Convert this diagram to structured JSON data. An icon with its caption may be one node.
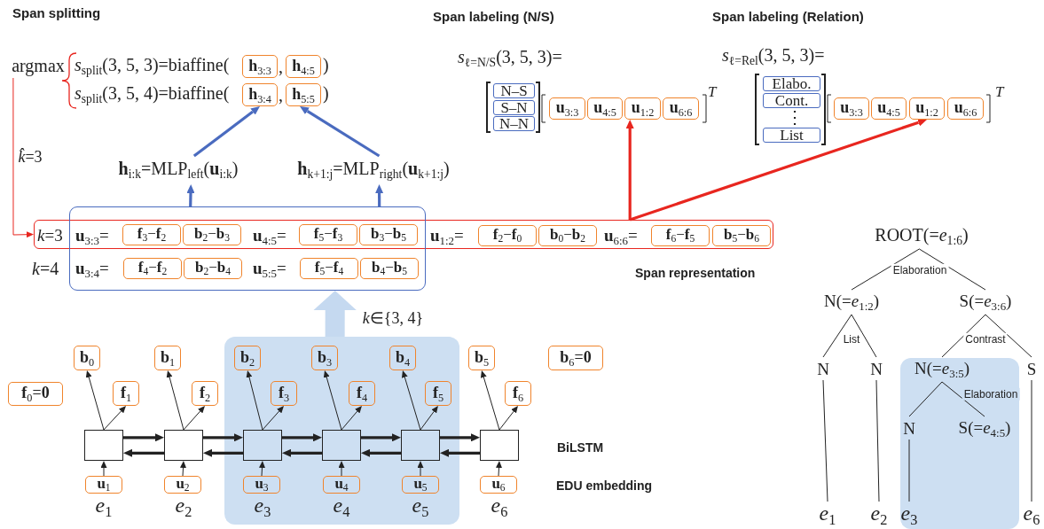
{
  "diagram": {
    "nodes": [
      {
        "text": [
          "argmax"
        ]
      },
      {
        "text": [
          "**h**$_{3:3}$"
        ]
      },
      {
        "text": [
          "**h**$_{4:5}$"
        ]
      },
      {
        "text": [
          "**h**$_{3:4}$"
        ]
      },
      {
        "text": [
          "**h**$_{5:5}$"
        ]
      },
      {
        "text": [
          "**h**$_{i:k}$=MLP$_{left}$(**u**$_{i:k}$)"
        ]
      },
      {
        "text": [
          "**h**$_{k+1:j}$=MLP$_{right}$(**u**$_{k+1:j}$)"
        ]
      },
      {
        "text": [
          "N–S"
        ]
      },
      {
        "text": [
          "S–N"
        ]
      },
      {
        "text": [
          "N–N"
        ]
      },
      {
        "text": [
          "**u**$_{3:3}$"
        ]
      },
      {
        "text": [
          "**u**$_{4:5}$"
        ]
      },
      {
        "text": [
          "**u**$_{1:2}$"
        ]
      },
      {
        "text": [
          "**u**$_{6:6}$"
        ]
      },
      {
        "text": [
          "Elabo."
        ]
      },
      {
        "text": [
          "Cont."
        ]
      },
      {
        "text": [
          "List"
        ]
      },
      {
        "text": [
          "**u**$_{3:3}$"
        ]
      },
      {
        "text": [
          "**u**$_{4:5}$"
        ]
      },
      {
        "text": [
          "**u**$_{1:2}$"
        ]
      },
      {
        "text": [
          "**u**$_{6:6}$"
        ]
      },
      {
        "text": [
          "*k*=3",
          "**u**$_{3:3}$=",
          "**u**$_{4:5}$=",
          "**u**$_{1:2}$=",
          "**u**$_{6:6}$="
        ]
      },
      {
        "text": [
          "**f**$_{3}$−**f**$_{2}$"
        ]
      },
      {
        "text": [
          "**b**$_{2}$−**b**$_{3}$"
        ]
      },
      {
        "text": [
          "**f**$_{5}$−**f**$_{3}$"
        ]
      },
      {
        "text": [
          "**b**$_{3}$−**b**$_{5}$"
        ]
      },
      {
        "text": [
          "**f**$_{2}$−**f**$_{0}$"
        ],
        "in": 21
      },
      {
        "text": [
          "**b**$_{0}$−**b**$_{2}$"
        ],
        "in": 21
      },
      {
        "text": [
          "**f**$_{6}$−**f**$_{5}$"
        ],
        "in": 21
      },
      {
        "text": [
          "**b**$_{5}$−**b**$_{6}$"
        ],
        "in": 21
      },
      {
        "text": [
          "**u**$_{3:4}$=",
          "**u**$_{5:5}$="
        ]
      },
      {
        "text": [
          "**f**$_{4}$−**f**$_{2}$"
        ],
        "in": 30
      },
      {
        "text": [
          "**b**$_{2}$−**b**$_{4}$"
        ],
        "in": 30
      },
      {
        "text": [
          "**f**$_{5}$−**f**$_{4}$"
        ],
        "in": 30
      },
      {
        "text": [
          "**b**$_{4}$−**b**$_{5}$"
        ],
        "in": 30
      },
      {
        "text": [],
        "shape": "box"
      },
      {
        "text": [
          "**b**$_{0}$"
        ]
      },
      {
        "text": [
          "**b**$_{1}$"
        ]
      },
      {
        "text": [
          "**b**$_{2}$"
        ],
        "in": 35
      },
      {
        "text": [
          "**b**$_{3}$"
        ],
        "in": 35
      },
      {
        "text": [
          "**b**$_{4}$"
        ],
        "in": 35
      },
      {
        "text": [
          "**b**$_{5}$"
        ]
      },
      {
        "text": [
          "**b**$_{6}$=**0**"
        ]
      },
      {
        "text": [
          "**f**$_{0}$=**0**"
        ]
      },
      {
        "text": [
          "**f**$_{1}$"
        ]
      },
      {
        "text": [
          "**f**$_{2}$"
        ]
      },
      {
        "text": [
          "**f**$_{3}$"
        ],
        "in": 35
      },
      {
        "text": [
          "**f**$_{4}$"
        ],
        "in": 35
      },
      {
        "text": [
          "**f**$_{5}$"
        ],
        "in": 35
      },
      {
        "text": [
          "**f**$_{6}$"
        ]
      },
      {
        "text": [],
        "shape": "box"
      },
      {
        "text": [],
        "shape": "box"
      },
      {
        "text": [],
        "shape": "box",
        "in": 35
      },
      {
        "text": [],
        "shape": "box",
        "in": 35
      },
      {
        "text": [],
        "shape": "box",
        "in": 35
      },
      {
        "text": [],
        "shape": "box"
      },
      {
        "text": [
          "**u**$_{1}$"
        ]
      },
      {
        "text": [
          "**u**$_{2}$"
        ]
      },
      {
        "text": [
          "**u**$_{3}$"
        ],
        "in": 35
      },
      {
        "text": [
          "**u**$_{4}$"
        ],
        "in": 35
      },
      {
        "text": [
          "**u**$_{5}$"
        ],
        "in": 35
      },
      {
        "text": [
          "**u**$_{6}$"
        ]
      },
      {
        "text": [
          "ROOT(=*e*$_{1:6}$)"
        ]
      },
      {
        "text": [
          "N(=*e*$_{1:2}$)"
        ]
      },
      {
        "text": [
          "S(=*e*$_{3:6}$)"
        ]
      },
      {
        "text": [],
        "shape": "box"
      },
      {
        "text": [
          "N"
        ]
      },
      {
        "text": [
          "N"
        ]
      },
      {
        "text": [
          "N(=*e*$_{3:5}$)"
        ],
        "in": 65
      },
      {
        "text": [
          "S"
        ]
      },
      {
        "text": [
          "N"
        ],
        "in": 65
      },
      {
        "text": [
          "S(=*e*$_{4:5}$)"
        ],
        "in": 65
      },
      {
        "text": [
          "*e*$_{1}$"
        ]
      },
      {
        "text": [
          "*e*$_{2}$"
        ]
      },
      {
        "text": [
          "*e*$_{3}$"
        ],
        "in": 65
      },
      {
        "text": [
          "*e*$_{6}$"
        ]
      }
    ],
    "edges": [
      {
        "from": 0,
        "to": 21,
        "arrow": "to",
        "color": "#e8261f",
        "label": "*k̂*=3"
      },
      {
        "from": 30,
        "to": 5,
        "arrow": "to",
        "color": "#4a6bbf",
        "style": "thick"
      },
      {
        "from": 30,
        "to": 6,
        "arrow": "to",
        "color": "#4a6bbf",
        "style": "thick"
      },
      {
        "from": 5,
        "to": 3,
        "arrow": "to",
        "color": "#4a6bbf",
        "style": "thick"
      },
      {
        "from": 6,
        "to": 4,
        "arrow": "to",
        "color": "#4a6bbf",
        "style": "thick"
      },
      {
        "from": 21,
        "to": 12,
        "arrow": "to",
        "color": "#e8261f",
        "style": "thick"
      },
      {
        "from": 21,
        "to": 19,
        "arrow": "to",
        "color": "#e8261f",
        "style": "thick"
      },
      {
        "from": 35,
        "to": 30,
        "arrow": "to",
        "color": "#c5d9f0",
        "style": "thick",
        "label": "*k*∈{3, 4}"
      },
      {
        "from": 56,
        "to": 50,
        "arrow": "to"
      },
      {
        "from": 50,
        "to": 36,
        "arrow": "to"
      },
      {
        "from": 50,
        "to": 44,
        "arrow": "to"
      },
      {
        "from": 57,
        "to": 51,
        "arrow": "to"
      },
      {
        "from": 51,
        "to": 37,
        "arrow": "to"
      },
      {
        "from": 51,
        "to": 45,
        "arrow": "to"
      },
      {
        "from": 58,
        "to": 52,
        "arrow": "to"
      },
      {
        "from": 52,
        "to": 38,
        "arrow": "to"
      },
      {
        "from": 52,
        "to": 46,
        "arrow": "to"
      },
      {
        "from": 59,
        "to": 53,
        "arrow": "to"
      },
      {
        "from": 53,
        "to": 39,
        "arrow": "to"
      },
      {
        "from": 53,
        "to": 47,
        "arrow": "to"
      },
      {
        "from": 60,
        "to": 54,
        "arrow": "to"
      },
      {
        "from": 54,
        "to": 40,
        "arrow": "to"
      },
      {
        "from": 54,
        "to": 48,
        "arrow": "to"
      },
      {
        "from": 61,
        "to": 55,
        "arrow": "to"
      },
      {
        "from": 55,
        "to": 41,
        "arrow": "to"
      },
      {
        "from": 55,
        "to": 49,
        "arrow": "to"
      },
      {
        "from": 50,
        "to": 51,
        "arrow": "to",
        "style": "thick"
      },
      {
        "from": 51,
        "to": 50,
        "arrow": "to",
        "style": "thick"
      },
      {
        "from": 51,
        "to": 52,
        "arrow": "to",
        "style": "thick"
      },
      {
        "from": 52,
        "to": 51,
        "arrow": "to",
        "style": "thick"
      },
      {
        "from": 52,
        "to": 53,
        "arrow": "to",
        "style": "thick"
      },
      {
        "from": 53,
        "to": 52,
        "arrow": "to",
        "style": "thick"
      },
      {
        "from": 53,
        "to": 54,
        "arrow": "to",
        "style": "thick"
      },
      {
        "from": 54,
        "to": 53,
        "arrow": "to",
        "style": "thick"
      },
      {
        "from": 54,
        "to": 55,
        "arrow": "to",
        "style": "thick"
      },
      {
        "from": 55,
        "to": 54,
        "arrow": "to",
        "style": "thick"
      },
      {
        "from": 62,
        "to": 63,
        "arrow": "none",
        "label": "Elaboration"
      },
      {
        "from": 62,
        "to": 64,
        "arrow": "none"
      },
      {
        "from": 63,
        "to": 66,
        "arrow": "none",
        "label": "List"
      },
      {
        "from": 63,
        "to": 67,
        "arrow": "none"
      },
      {
        "from": 64,
        "to": 68,
        "arrow": "none",
        "label": "Contrast"
      },
      {
        "from": 64,
        "to": 69,
        "arrow": "none"
      },
      {
        "from": 68,
        "to": 70,
        "arrow": "none"
      },
      {
        "from": 68,
        "to": 71,
        "arrow": "none",
        "label": "Elaboration"
      },
      {
        "from": 66,
        "to": 72,
        "arrow": "none"
      },
      {
        "from": 67,
        "to": 73,
        "arrow": "none"
      },
      {
        "from": 70,
        "to": 74,
        "arrow": "none"
      },
      {
        "from": 69,
        "to": 75,
        "arrow": "none"
      }
    ],
    "labels": [
      "Span splitting",
      "Span labeling (N/S)",
      "Span labeling (Relation)",
      "*s*$_{split}$(3, 5, 3)=biaffine(",
      ",",
      ")",
      "*s*$_{split}$(3, 5, 4)=biaffine(",
      ",",
      ")",
      "*s*$_{ℓ=N/S}$(3, 5, 3)=",
      "T",
      "*s*$_{ℓ=Rel}$(3, 5, 3)=",
      "⋮",
      "T",
      "*k*=4",
      "Span representation",
      "BiLSTM",
      "EDU embedding",
      "*e*$_{1}$",
      "*e*$_{2}$",
      "*e*$_{3}$",
      "*e*$_{4}$",
      "*e*$_{5}$",
      "*e*$_{6}$"
    ]
  }
}
